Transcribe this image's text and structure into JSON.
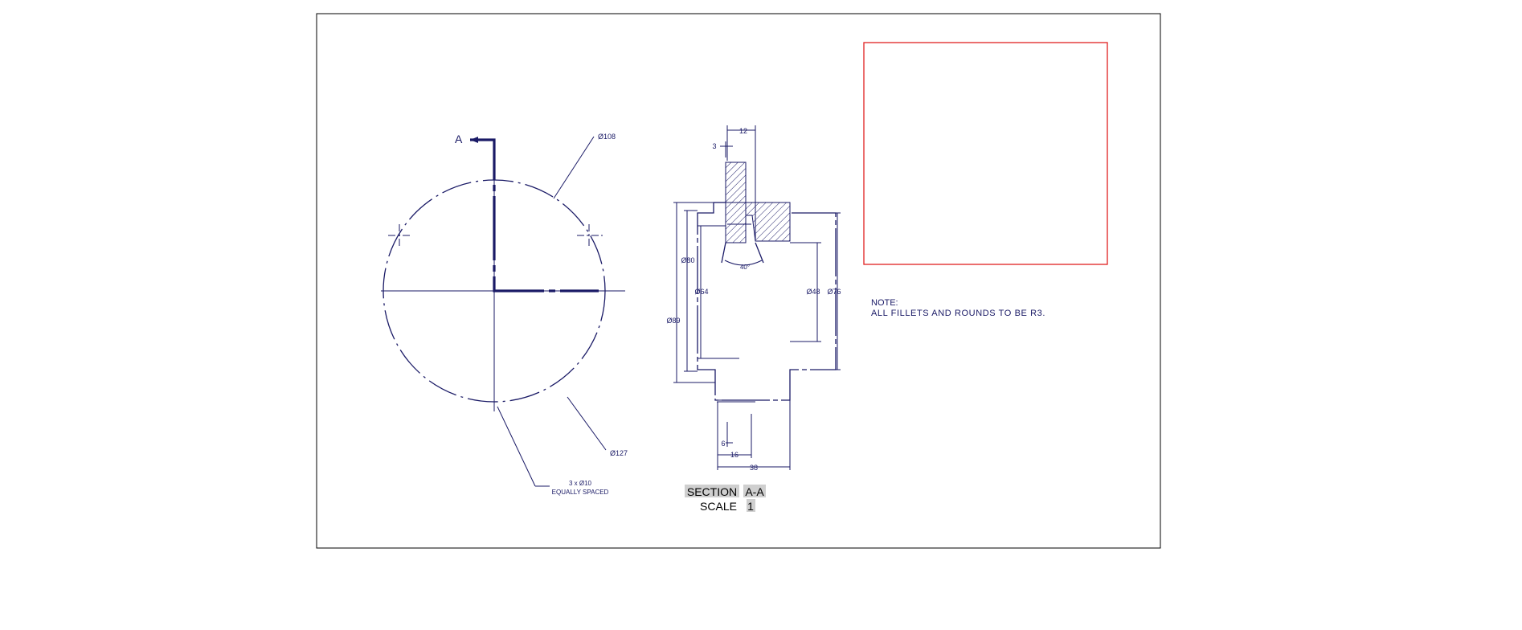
{
  "front_view": {
    "section_label": "A",
    "callout_outer": "Ø108",
    "callout_bolt_circle": "Ø127",
    "callout_holes_line1": "3 x Ø10",
    "callout_holes_line2": "EQUALLY SPACED"
  },
  "section_view": {
    "dim_top_12": "12",
    "dim_top_3": "3",
    "dim_angle": "40°",
    "dim_d80": "Ø80",
    "dim_d89": "Ø89",
    "dim_d64": "Ø64",
    "dim_d48": "Ø48",
    "dim_d76": "Ø76",
    "dim_bottom_6": "6",
    "dim_bottom_16": "16",
    "dim_bottom_38": "38",
    "title_word": "SECTION",
    "title_id": "A-A",
    "scale_word": "SCALE",
    "scale_value": "1"
  },
  "notes": {
    "heading": "NOTE:",
    "line1": "ALL FILLETS AND ROUNDS TO BE R3."
  },
  "colors": {
    "line": "#1a1a66",
    "border": "#000000",
    "title_block": "#e02020",
    "highlight": "#cfcfcf"
  }
}
